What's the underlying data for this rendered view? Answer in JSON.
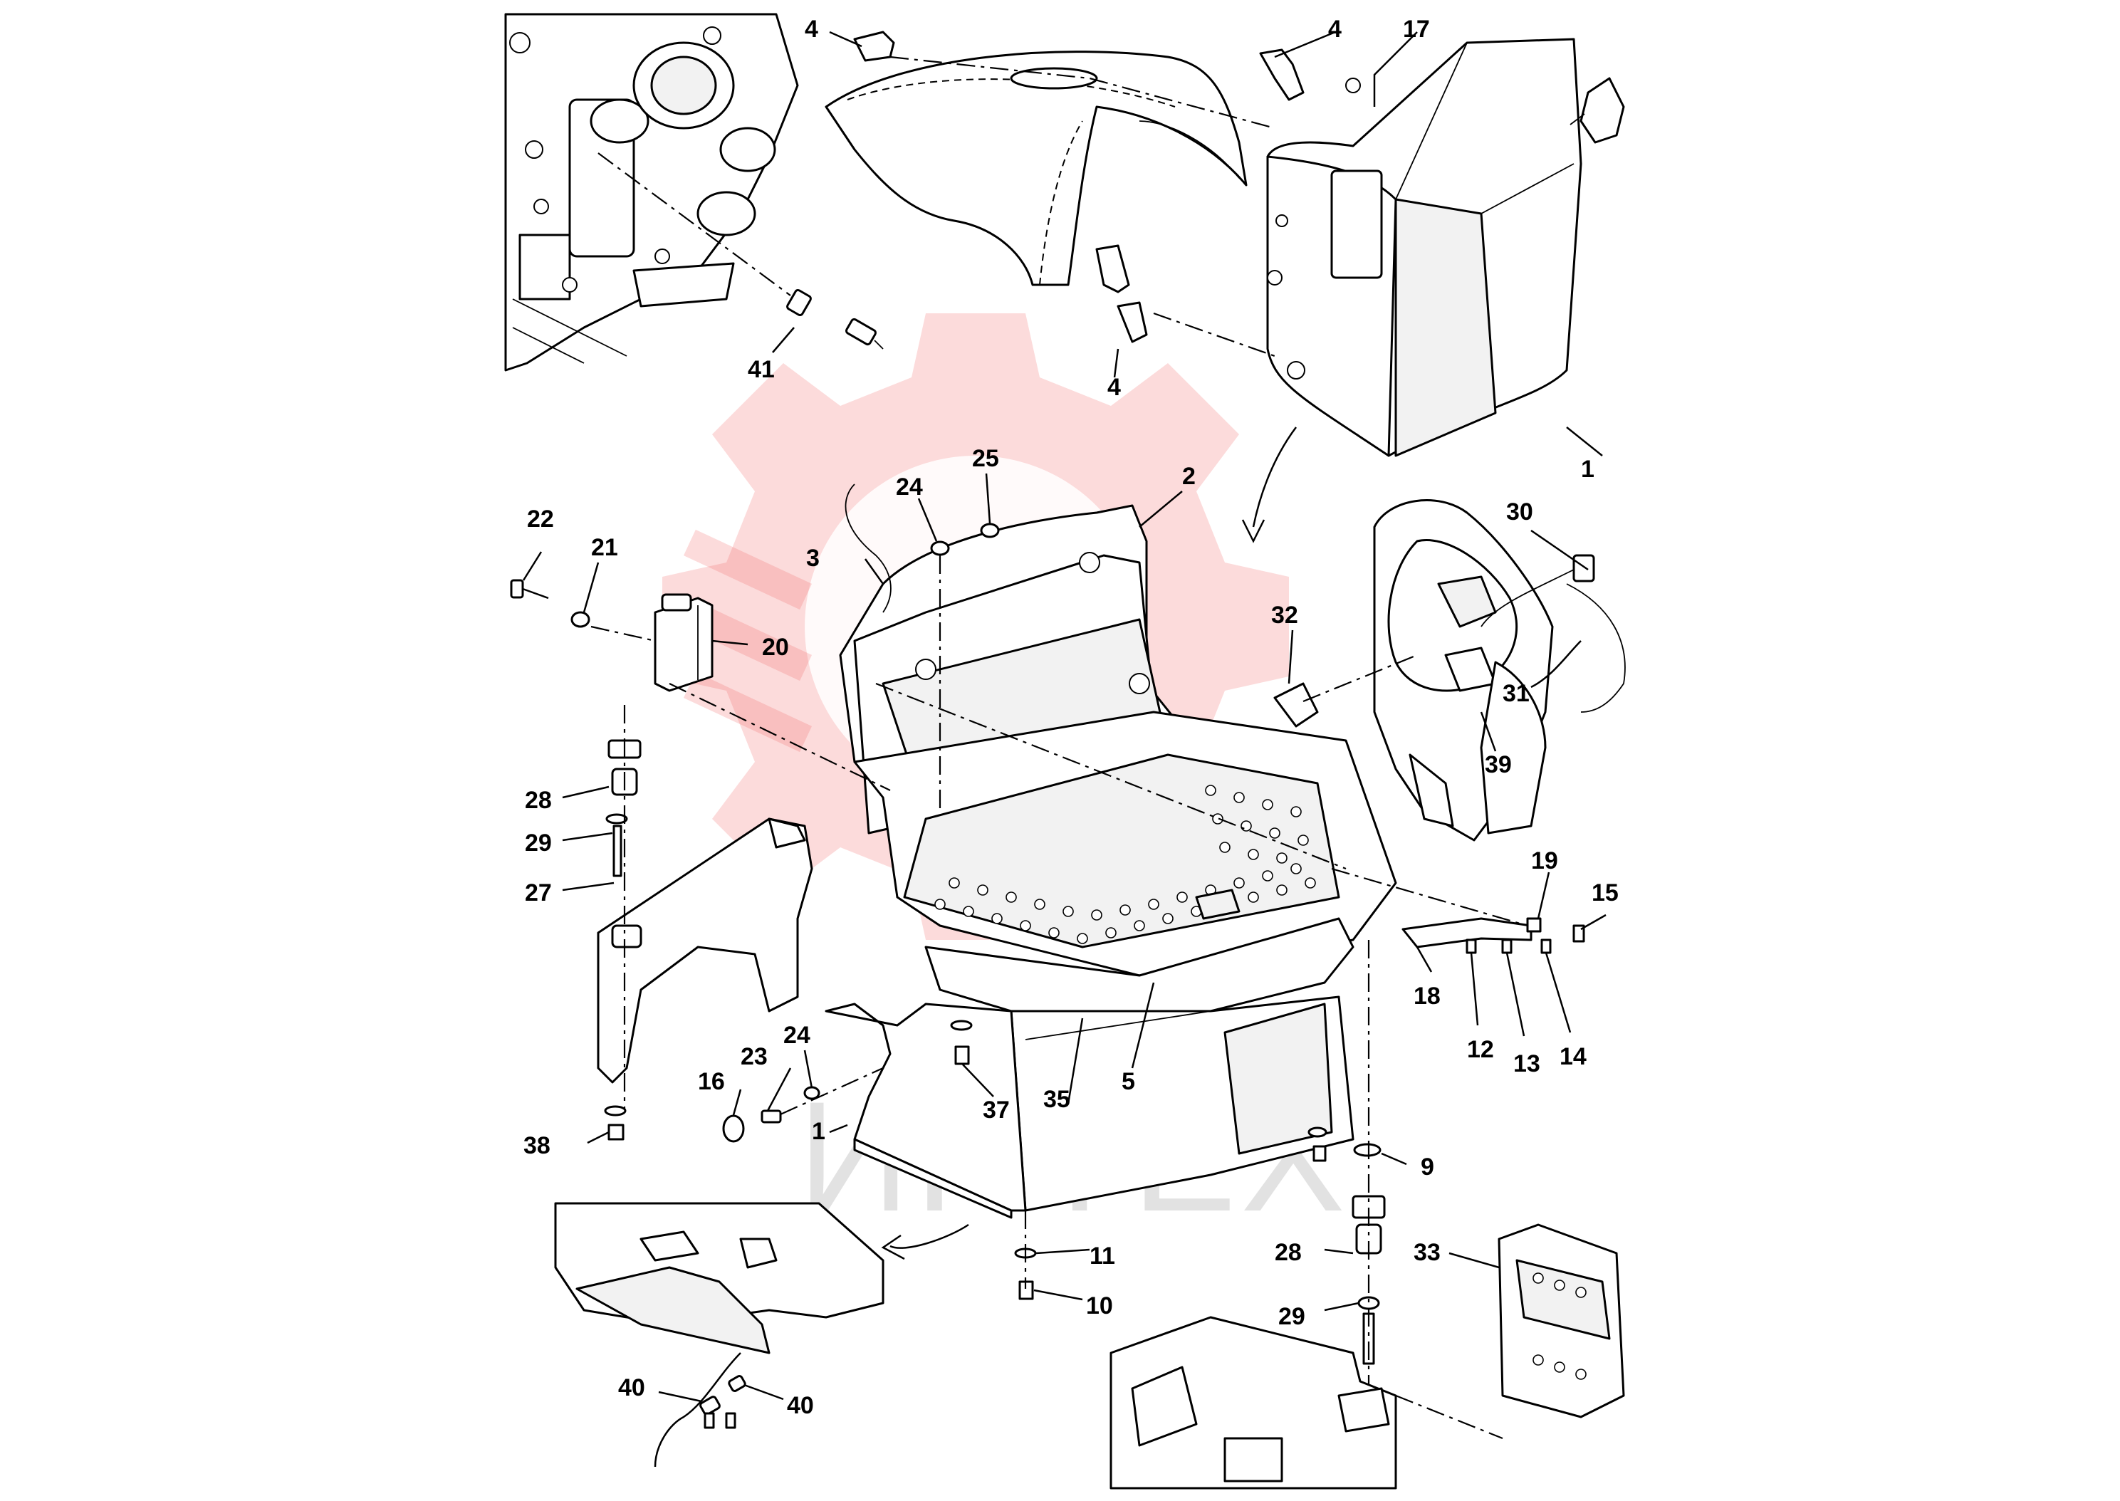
{
  "watermark": {
    "text": "ИНТЕХ",
    "color": "#f25a5a"
  },
  "callouts": [
    {
      "id": "c-4a",
      "label": "4"
    },
    {
      "id": "c-4b",
      "label": "4"
    },
    {
      "id": "c-4c",
      "label": "4"
    },
    {
      "id": "c-17",
      "label": "17"
    },
    {
      "id": "c-41",
      "label": "41"
    },
    {
      "id": "c-1a",
      "label": "1"
    },
    {
      "id": "c-2",
      "label": "2"
    },
    {
      "id": "c-3",
      "label": "3"
    },
    {
      "id": "c-24a",
      "label": "24"
    },
    {
      "id": "c-25",
      "label": "25"
    },
    {
      "id": "c-22",
      "label": "22"
    },
    {
      "id": "c-21",
      "label": "21"
    },
    {
      "id": "c-20",
      "label": "20"
    },
    {
      "id": "c-30",
      "label": "30"
    },
    {
      "id": "c-32",
      "label": "32"
    },
    {
      "id": "c-31",
      "label": "31"
    },
    {
      "id": "c-39",
      "label": "39"
    },
    {
      "id": "c-28a",
      "label": "28"
    },
    {
      "id": "c-29a",
      "label": "29"
    },
    {
      "id": "c-27",
      "label": "27"
    },
    {
      "id": "c-19",
      "label": "19"
    },
    {
      "id": "c-15",
      "label": "15"
    },
    {
      "id": "c-18",
      "label": "18"
    },
    {
      "id": "c-12",
      "label": "12"
    },
    {
      "id": "c-13",
      "label": "13"
    },
    {
      "id": "c-14",
      "label": "14"
    },
    {
      "id": "c-23",
      "label": "23"
    },
    {
      "id": "c-24b",
      "label": "24"
    },
    {
      "id": "c-16",
      "label": "16"
    },
    {
      "id": "c-37",
      "label": "37"
    },
    {
      "id": "c-35",
      "label": "35"
    },
    {
      "id": "c-5",
      "label": "5"
    },
    {
      "id": "c-1b",
      "label": "1"
    },
    {
      "id": "c-38",
      "label": "38"
    },
    {
      "id": "c-9",
      "label": "9"
    },
    {
      "id": "c-11",
      "label": "11"
    },
    {
      "id": "c-10",
      "label": "10"
    },
    {
      "id": "c-28b",
      "label": "28"
    },
    {
      "id": "c-33",
      "label": "33"
    },
    {
      "id": "c-29b",
      "label": "29"
    },
    {
      "id": "c-40a",
      "label": "40"
    },
    {
      "id": "c-40b",
      "label": "40"
    }
  ]
}
